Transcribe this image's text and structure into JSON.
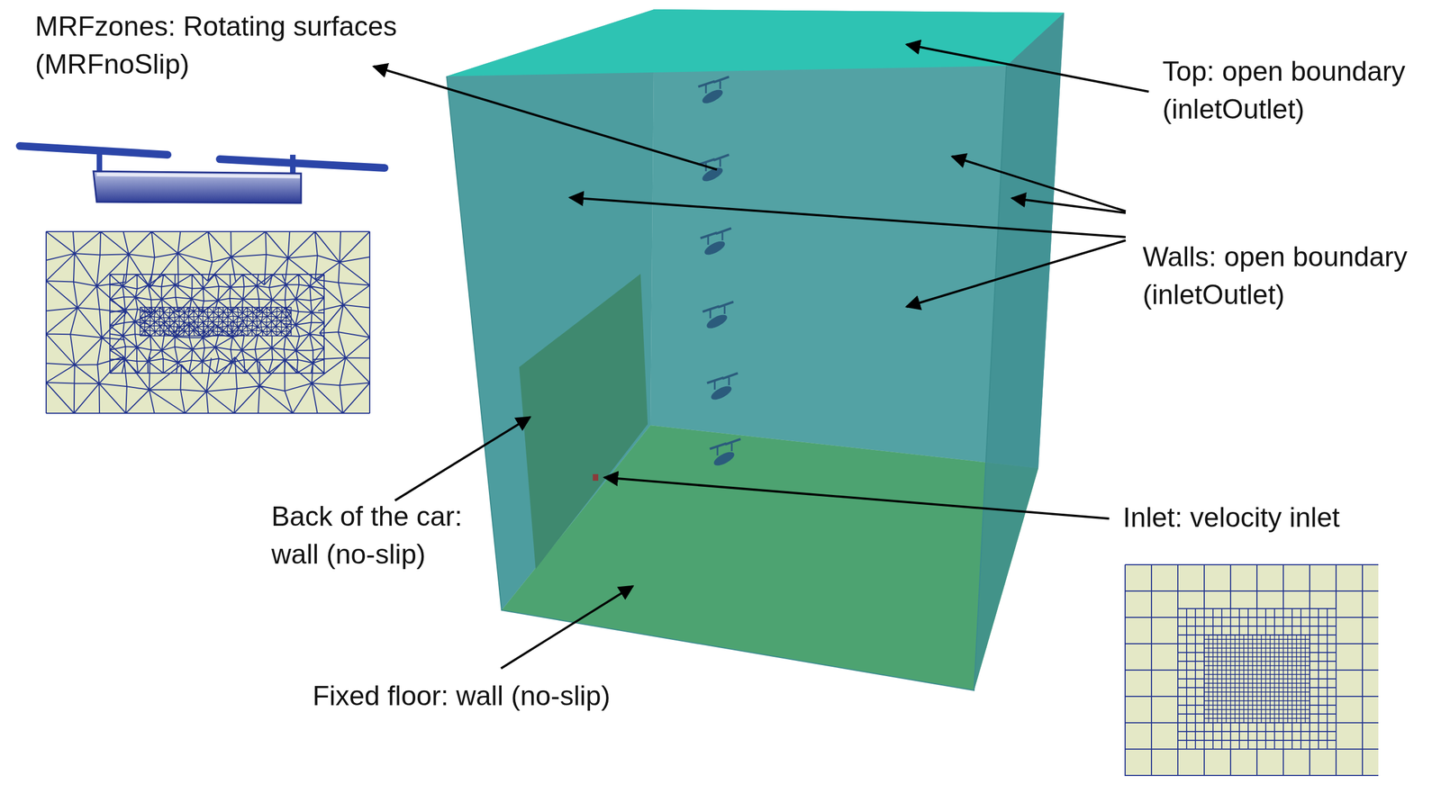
{
  "diagram": {
    "labels": [
      "MRFzones: Rotating surfaces (MRFnoSlip)",
      "Top: open boundary (inletOutlet)",
      "Walls: open boundary (inletOutlet)",
      "Back of the car: wall (no-slip)",
      "Inlet: velocity inlet",
      "Fixed floor: wall (no-slip)"
    ]
  }
}
